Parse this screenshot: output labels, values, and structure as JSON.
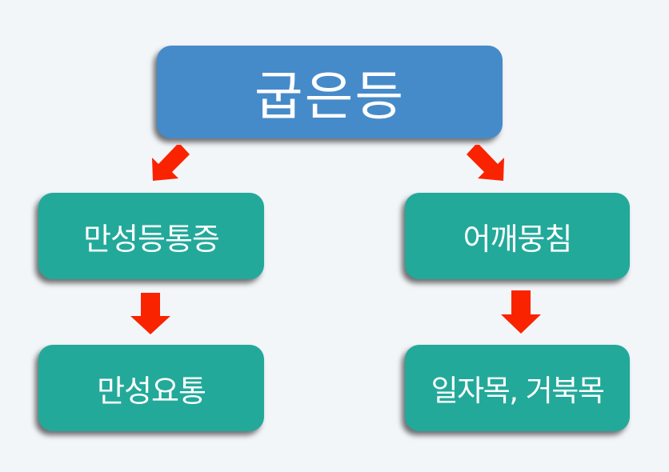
{
  "diagram": {
    "type": "flowchart",
    "colors": {
      "background": "#f3f6f9",
      "root_node": "#468bc9",
      "child_node": "#22a99a",
      "arrow": "#fa2300",
      "text": "#ffffff"
    },
    "nodes": {
      "root": {
        "label": "굽은등"
      },
      "left_mid": {
        "label": "만성등통증"
      },
      "right_mid": {
        "label": "어깨뭉침"
      },
      "left_bottom": {
        "label": "만성요통"
      },
      "right_bottom": {
        "label": "일자목, 거북목"
      }
    },
    "edges": [
      {
        "from": "굽은등",
        "to": "만성등통증",
        "direction": "down-left"
      },
      {
        "from": "굽은등",
        "to": "어깨뭉침",
        "direction": "down-right"
      },
      {
        "from": "만성등통증",
        "to": "만성요통",
        "direction": "down"
      },
      {
        "from": "어깨뭉침",
        "to": "일자목, 거북목",
        "direction": "down"
      }
    ]
  }
}
